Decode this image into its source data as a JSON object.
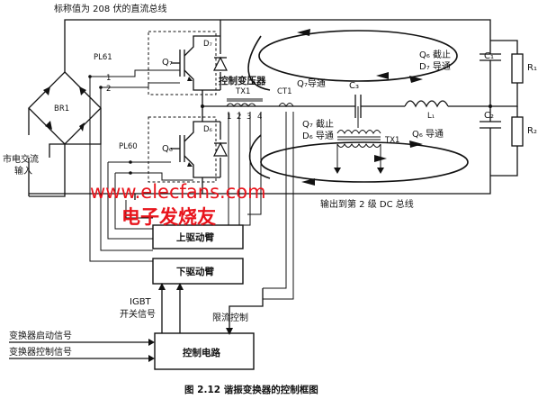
{
  "labels": {
    "top_bus": "标称值为 208 伏的直流总线",
    "pl61": "PL61",
    "pl60": "PL60",
    "br1": "BR1",
    "q7": "Q₇",
    "d7": "D₇",
    "q6": "Q₆",
    "d6": "D₆",
    "control_transformer": "控制变压器",
    "tx1_top": "TX1",
    "ct1": "CT1",
    "c3": "C₃",
    "l1": "L₁",
    "tx1_mid": "TX1",
    "c1": "C₁",
    "c2": "C₂",
    "r1": "R₁",
    "r2": "R₂",
    "q7_conduct": "Q₇导通",
    "q6_off_d7": [
      "Q₆ 截止",
      "D₇ 导通"
    ],
    "q7_off_d6": [
      "Q₇ 截止",
      "D₆ 导通"
    ],
    "q6_conduct": "Q₆ 导通",
    "mains_input": [
      "市电交流",
      "输入"
    ],
    "output_bus": "输出到第 2 级 DC 总线",
    "upper_drive": "上驱动臂",
    "lower_drive": "下驱动臂",
    "igbt_signal": [
      "IGBT",
      "开关信号"
    ],
    "current_limit": "限流控制",
    "start_signal": "变换器启动信号",
    "control_signal": "变换器控制信号",
    "control_circuit": "控制电路",
    "caption": "图 2.12    谐振变换器的控制框图",
    "pin1": "1",
    "pin2": "2",
    "tx_pin1": "1",
    "tx_pin2": "2",
    "tx_pin3": "3",
    "tx_pin4": "4"
  },
  "watermark": {
    "url": "www.elecfans.com",
    "name": "电子发烧友",
    "color": "#e8141c"
  }
}
